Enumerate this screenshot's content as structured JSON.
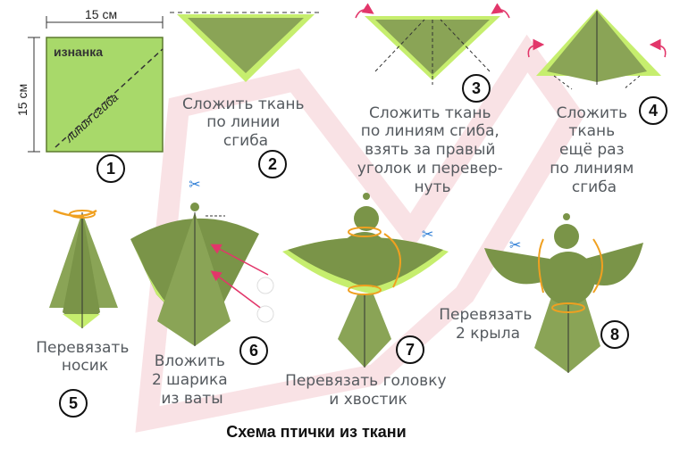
{
  "title": "Схема птички из ткани",
  "square": {
    "width_label": "15 см",
    "height_label": "15 см",
    "face_label": "изнанка",
    "fold_label": "линия сгиба"
  },
  "steps": [
    {
      "number": "1",
      "lines": []
    },
    {
      "number": "2",
      "lines": [
        "Сложить ткань",
        "по линии",
        "сгиба"
      ]
    },
    {
      "number": "3",
      "lines": [
        "Сложить ткань",
        "по линиям сгиба,",
        "взять за правый",
        "уголок и перевер-",
        "нуть"
      ]
    },
    {
      "number": "4",
      "lines": [
        "Сложить",
        "ткань",
        "ещё раз",
        "по линиям",
        "сгиба"
      ]
    },
    {
      "number": "5",
      "lines": [
        "Перевязать",
        "носик"
      ]
    },
    {
      "number": "6",
      "lines": [
        "Вложить",
        "2 шарика",
        "из ваты"
      ]
    },
    {
      "number": "7",
      "lines": [
        "Перевязать головку",
        "и хвостик"
      ]
    },
    {
      "number": "8",
      "lines": [
        "Перевязать",
        "2 крыла"
      ]
    }
  ],
  "colors": {
    "light_green": "#a8d96a",
    "dark_green": "#7a9448",
    "bright_green": "#c6ee6e",
    "thread": "#f0a020",
    "arrow": "#e2366a"
  }
}
